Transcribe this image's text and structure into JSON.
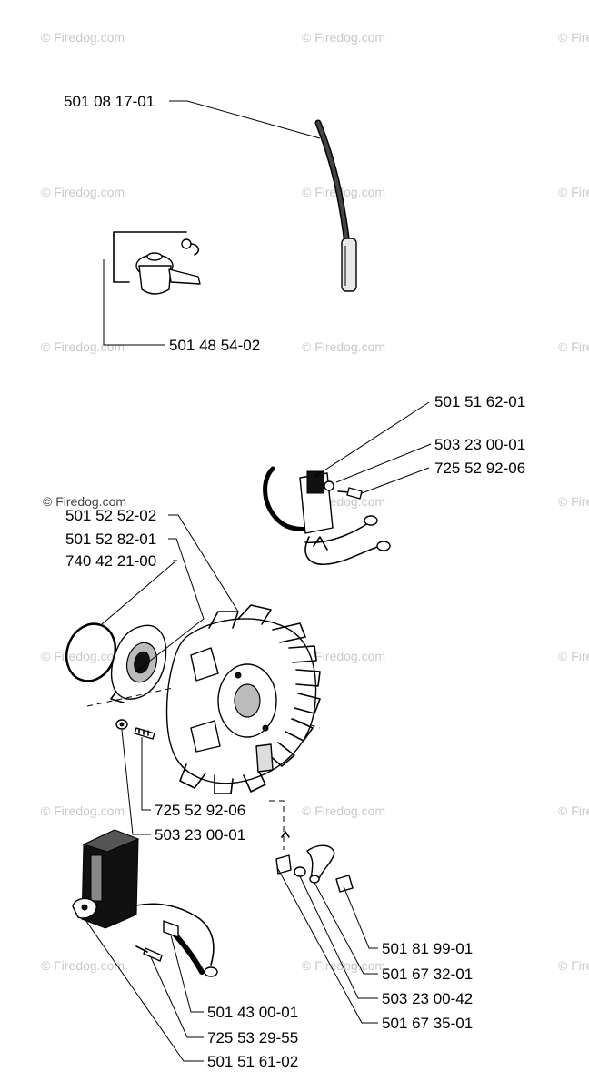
{
  "watermark": "© Firedog.com",
  "parts": [
    {
      "id": "p1",
      "number": "501 08 17-01"
    },
    {
      "id": "p2",
      "number": "501 48 54-02"
    },
    {
      "id": "p3",
      "number": "501 51 62-01"
    },
    {
      "id": "p4",
      "number": "503 23 00-01"
    },
    {
      "id": "p5",
      "number": "725 52 92-06"
    },
    {
      "id": "p6",
      "number": "501 52 52-02"
    },
    {
      "id": "p7",
      "number": "501 52 82-01"
    },
    {
      "id": "p8",
      "number": "740 42 21-00"
    },
    {
      "id": "p9",
      "number": "725 52 92-06"
    },
    {
      "id": "p10",
      "number": "503 23 00-01"
    },
    {
      "id": "p11",
      "number": "501 81 99-01"
    },
    {
      "id": "p12",
      "number": "501 67 32-01"
    },
    {
      "id": "p13",
      "number": "503 23 00-42"
    },
    {
      "id": "p14",
      "number": "501 67 35-01"
    },
    {
      "id": "p15",
      "number": "501 43 00-01"
    },
    {
      "id": "p16",
      "number": "725 53 29-55"
    },
    {
      "id": "p17",
      "number": "501 51 61-02"
    }
  ]
}
